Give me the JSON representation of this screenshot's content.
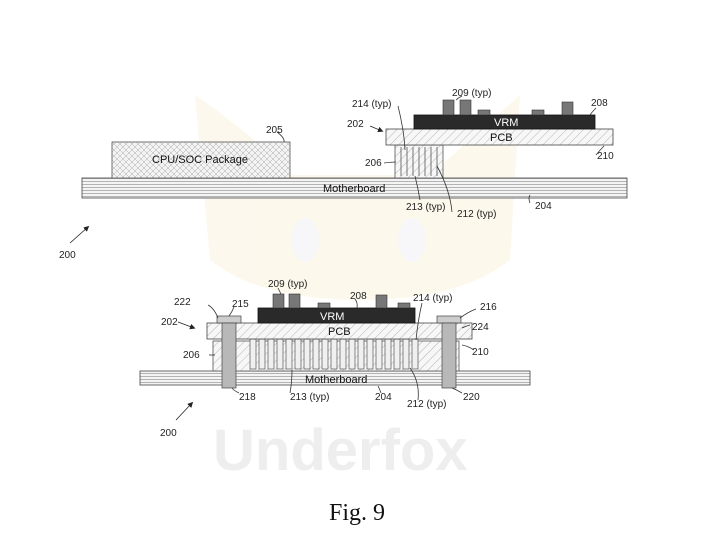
{
  "figure": {
    "caption": "Fig. 9",
    "watermark": "Underfox",
    "top": {
      "cpu": "CPU/SOC Package",
      "vrm": "VRM",
      "pcb": "PCB",
      "motherboard": "Motherboard",
      "ref_200": "200",
      "ref_202": "202",
      "ref_204": "204",
      "ref_205": "205",
      "ref_206": "206",
      "ref_208": "208",
      "ref_209": "209 (typ)",
      "ref_210": "210",
      "ref_212": "212 (typ)",
      "ref_213": "213 (typ)",
      "ref_214": "214 (typ)"
    },
    "bottom": {
      "vrm": "VRM",
      "pcb": "PCB",
      "motherboard": "Motherboard",
      "ref_200": "200",
      "ref_202": "202",
      "ref_204": "204",
      "ref_206": "206",
      "ref_208": "208",
      "ref_209": "209 (typ)",
      "ref_210": "210",
      "ref_212": "212 (typ)",
      "ref_213": "213 (typ)",
      "ref_214": "214 (typ)",
      "ref_215": "215",
      "ref_216": "216",
      "ref_218": "218",
      "ref_220": "220",
      "ref_222": "222",
      "ref_224": "224"
    }
  }
}
